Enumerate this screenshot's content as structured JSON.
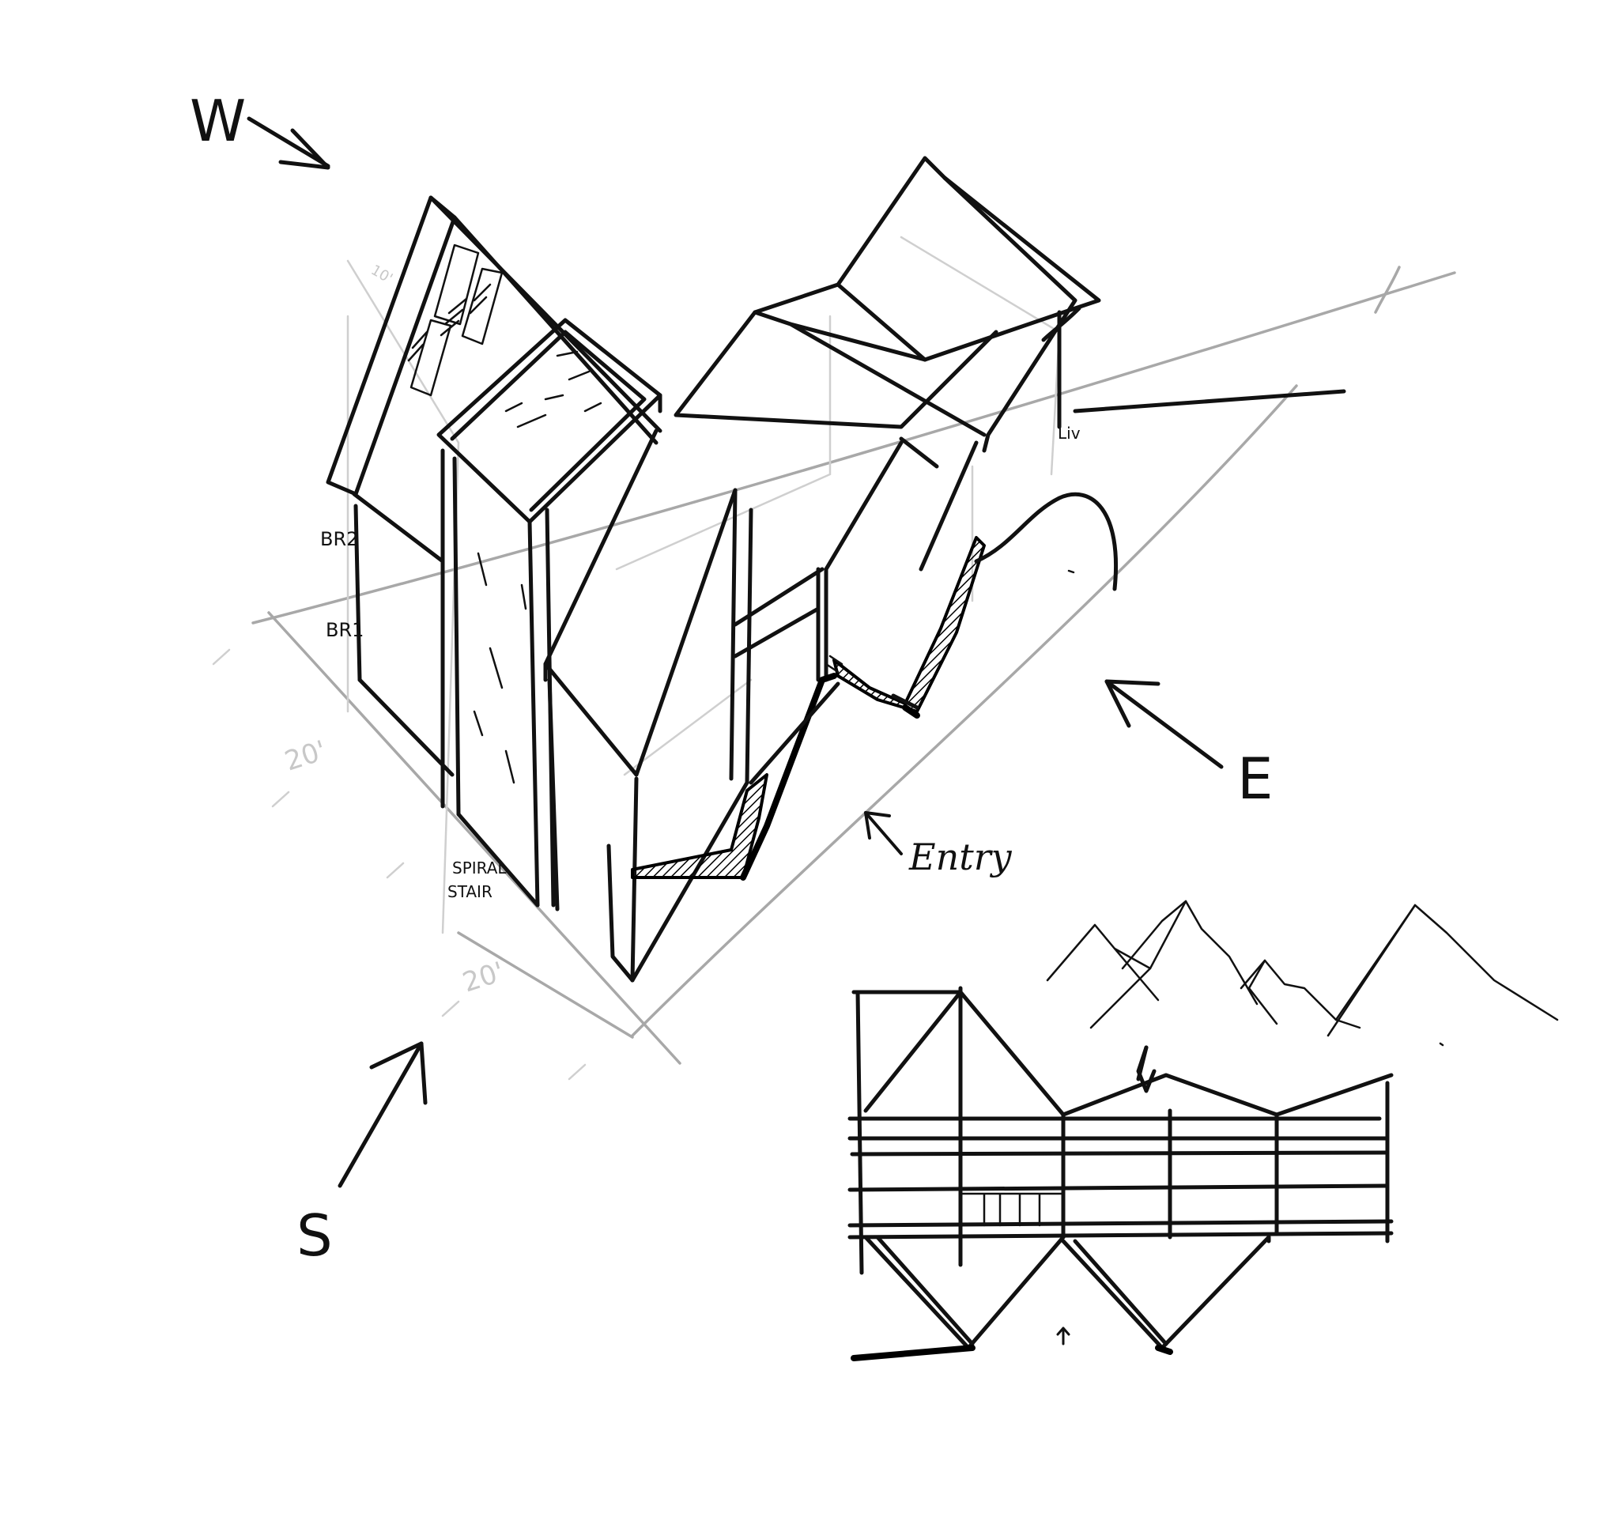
{
  "compass": {
    "west": "W",
    "east": "E",
    "south": "S"
  },
  "labels": {
    "bedroom_2": "BR2",
    "bedroom_1": "BR1",
    "living": "Liv",
    "spiral_stair_line1": "SPIRAL",
    "spiral_stair_line2": "STAIR",
    "entry": "Entry"
  },
  "dimensions": {
    "width_label_a": "20'",
    "width_label_b": "20'",
    "height_label": "10'"
  },
  "colors": {
    "ink": "#111111",
    "guide": "#a8a8a8",
    "paper": "#ffffff"
  }
}
